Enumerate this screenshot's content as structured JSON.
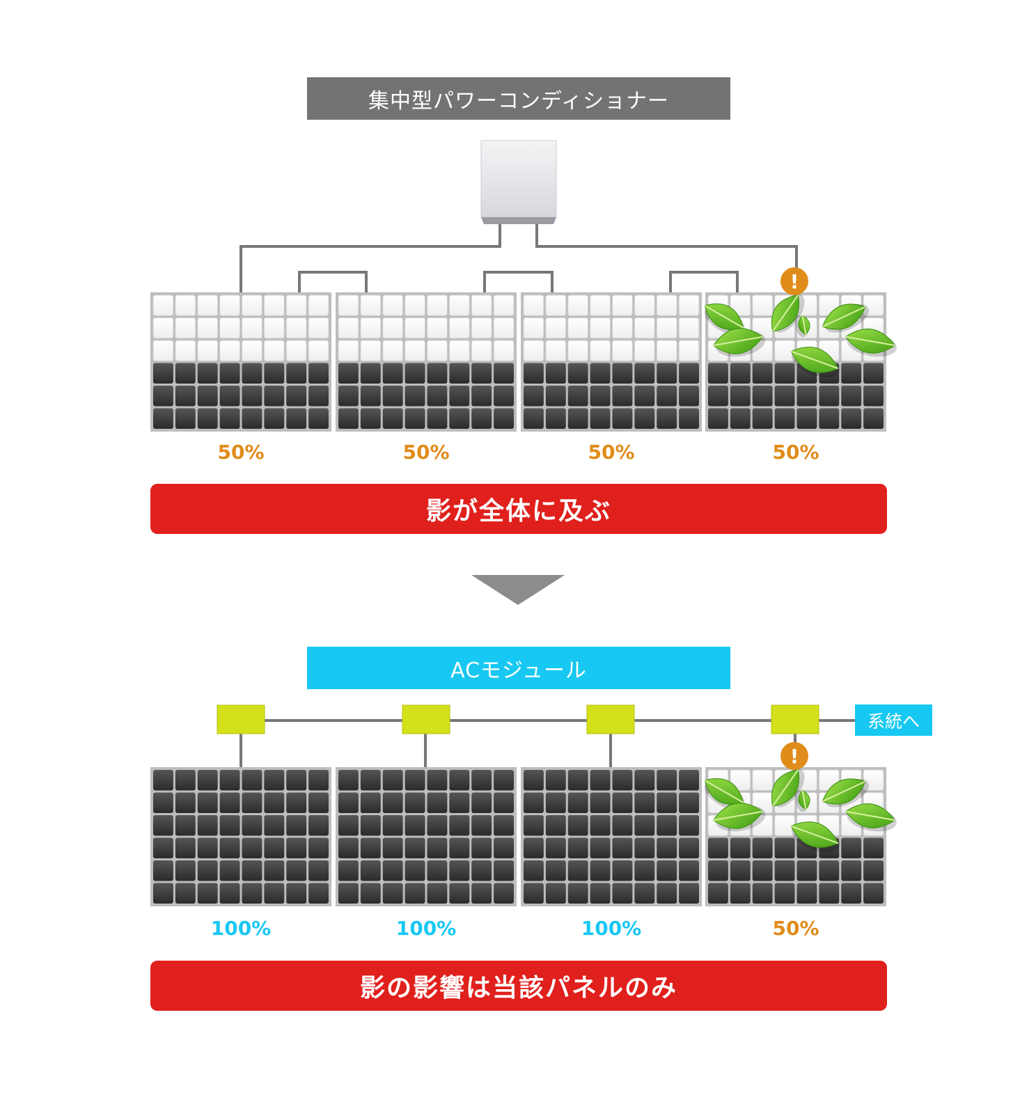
{
  "top_section": {
    "title": "集中型パワーコンディショナー",
    "percents": [
      "50%",
      "50%",
      "50%",
      "50%"
    ],
    "percent_color": "#e08c1a",
    "banner": "影が全体に及ぶ"
  },
  "bottom_section": {
    "title": "ACモジュール",
    "grid_label": "系統へ",
    "percents": [
      "100%",
      "100%",
      "100%",
      "50%"
    ],
    "percent_colors": [
      "#17c8f2",
      "#17c8f2",
      "#17c8f2",
      "#e08c1a"
    ],
    "banner": "影の影響は当該パネルのみ"
  },
  "warning": {
    "symbol": "!",
    "color": "#e08c1a"
  },
  "colors": {
    "gray_header": "#737373",
    "blue_header": "#17c8f2",
    "banner_red": "#e0201c",
    "wire": "#777777",
    "module_yellow": "#d4e01a",
    "leaf_green": "#5fc21e"
  }
}
